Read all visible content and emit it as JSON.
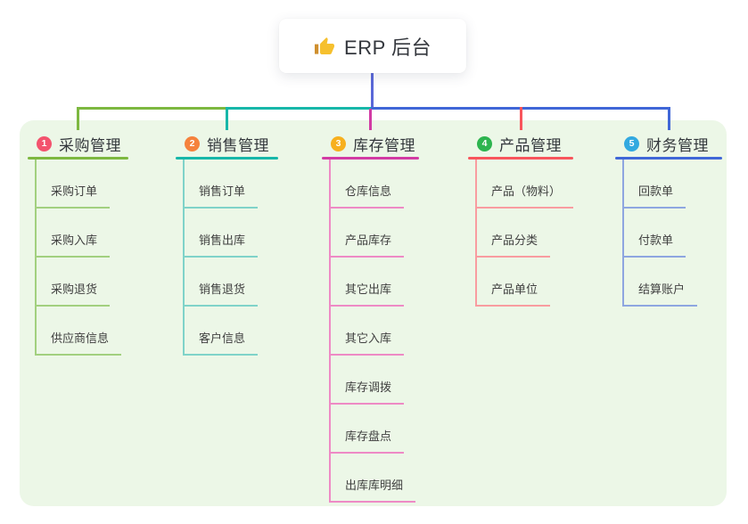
{
  "root": {
    "title": "ERP 后台",
    "icon": "thumbs-up",
    "connector_color": "#5a68d8",
    "icon_colors": {
      "hand": "#f6c02e",
      "cuff": "#cf8f2e"
    }
  },
  "panel": {
    "background": "#ecf7e7"
  },
  "branches": [
    {
      "badge": "1",
      "label": "采购管理",
      "badge_color": "#f3536e",
      "line_color": "#7db840",
      "child_line_color": "#a2d07f",
      "children": [
        "采购订单",
        "采购入库",
        "采购退货",
        "供应商信息"
      ]
    },
    {
      "badge": "2",
      "label": "销售管理",
      "badge_color": "#f5823d",
      "line_color": "#17b7a9",
      "child_line_color": "#7fd3c9",
      "children": [
        "销售订单",
        "销售出库",
        "销售退货",
        "客户信息"
      ]
    },
    {
      "badge": "3",
      "label": "库存管理",
      "badge_color": "#f7b01e",
      "line_color": "#d23ba4",
      "child_line_color": "#ee8ac5",
      "children": [
        "仓库信息",
        "产品库存",
        "其它出库",
        "其它入库",
        "库存调拨",
        "库存盘点",
        "出库库明细"
      ]
    },
    {
      "badge": "4",
      "label": "产品管理",
      "badge_color": "#2db44f",
      "line_color": "#f8555c",
      "child_line_color": "#f99ca0",
      "children": [
        "产品（物料）",
        "产品分类",
        "产品单位"
      ]
    },
    {
      "badge": "5",
      "label": "财务管理",
      "badge_color": "#32a9e0",
      "line_color": "#4067d7",
      "child_line_color": "#8ea6e0",
      "children": [
        "回款单",
        "付款单",
        "结算账户"
      ]
    }
  ]
}
